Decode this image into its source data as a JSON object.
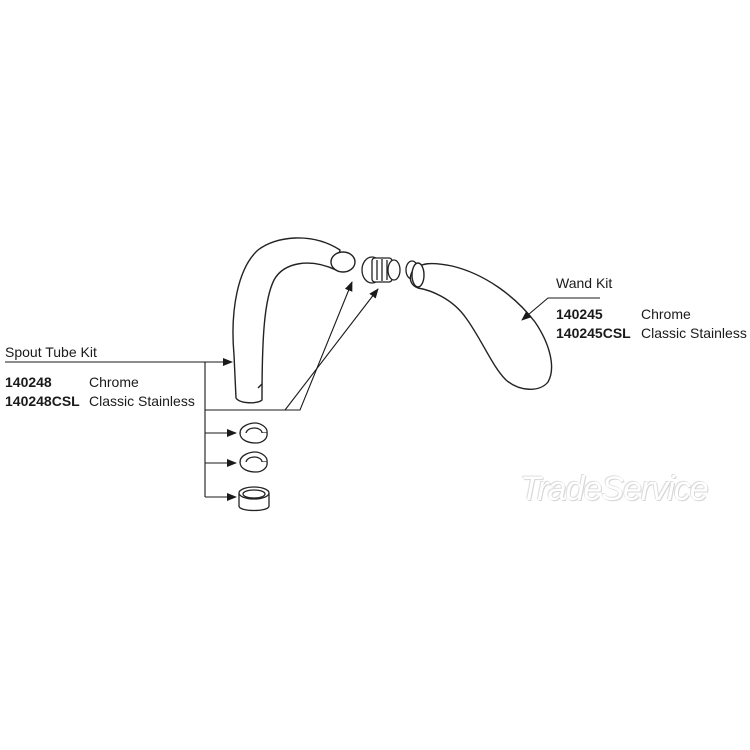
{
  "spout_kit": {
    "title": "Spout Tube Kit",
    "items": [
      {
        "code": "140248",
        "finish": "Chrome"
      },
      {
        "code": "140248CSL",
        "finish": "Classic Stainless"
      }
    ]
  },
  "wand_kit": {
    "title": "Wand Kit",
    "items": [
      {
        "code": "140245",
        "finish": "Chrome"
      },
      {
        "code": "140245CSL",
        "finish": "Classic Stainless"
      }
    ]
  },
  "watermark": "TradeService"
}
